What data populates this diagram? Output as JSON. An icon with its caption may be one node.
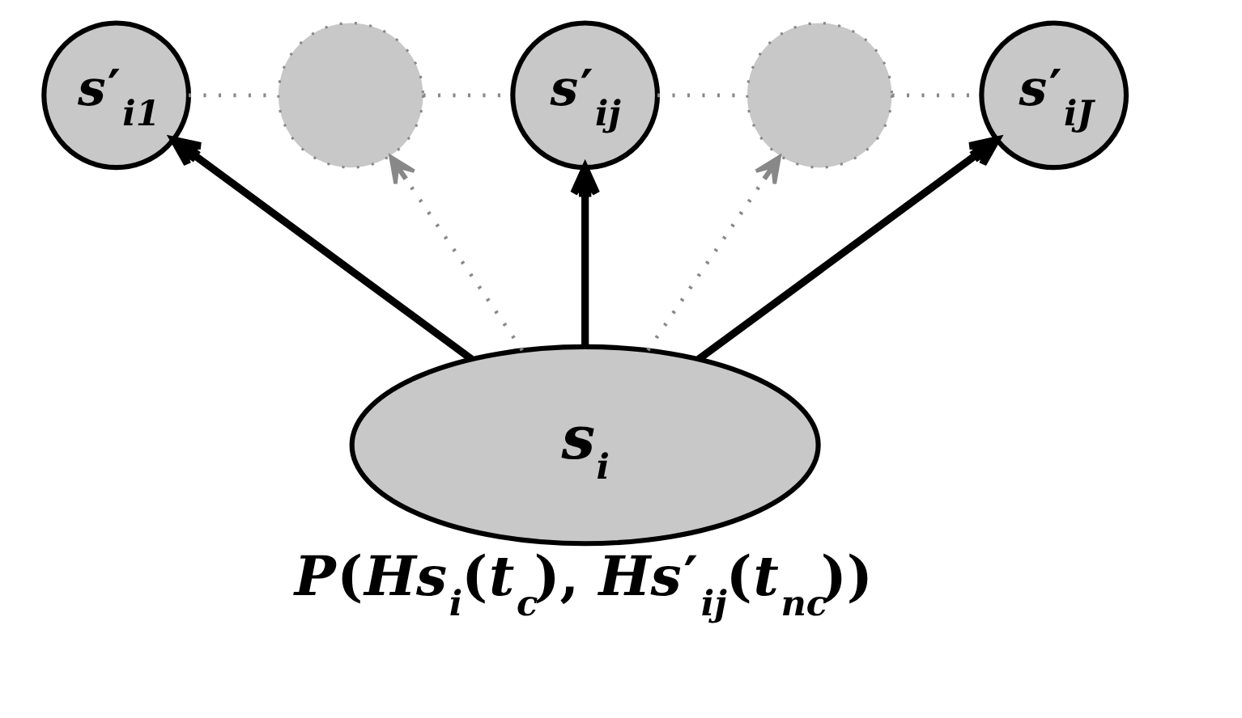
{
  "diagram": {
    "caption": "*P*(*Hs*$_{i}$(*t*$_{c}$), *Hs*′$_{ij}$(*t*$_{nc}$))",
    "nodes": [
      {
        "text": [
          "*s*$_{i}$"
        ]
      },
      {
        "text": [
          "*s*′$_{i1}$"
        ]
      },
      {
        "text": [],
        "shape": "circle"
      },
      {
        "text": [
          "*s*′$_{ij}$"
        ]
      },
      {
        "text": [],
        "shape": "circle"
      },
      {
        "text": [
          "*s*′$_{iJ}$"
        ]
      }
    ],
    "edges": [
      {
        "from": 0,
        "to": 1,
        "arrow": "to",
        "style": "thick",
        "color": "#000000"
      },
      {
        "from": 0,
        "to": 2,
        "arrow": "to",
        "style": "dashed",
        "color": "#888888"
      },
      {
        "from": 0,
        "to": 3,
        "arrow": "to",
        "style": "thick",
        "color": "#000000"
      },
      {
        "from": 0,
        "to": 4,
        "arrow": "to",
        "style": "dashed",
        "color": "#888888"
      },
      {
        "from": 0,
        "to": 5,
        "arrow": "to",
        "style": "thick",
        "color": "#000000"
      },
      {
        "from": 1,
        "to": 2,
        "arrow": "none",
        "style": "dashed",
        "color": "#888888"
      },
      {
        "from": 2,
        "to": 3,
        "arrow": "none",
        "style": "dashed",
        "color": "#888888"
      },
      {
        "from": 3,
        "to": 4,
        "arrow": "none",
        "style": "dashed",
        "color": "#888888"
      },
      {
        "from": 4,
        "to": 5,
        "arrow": "none",
        "style": "dashed",
        "color": "#888888"
      }
    ]
  }
}
